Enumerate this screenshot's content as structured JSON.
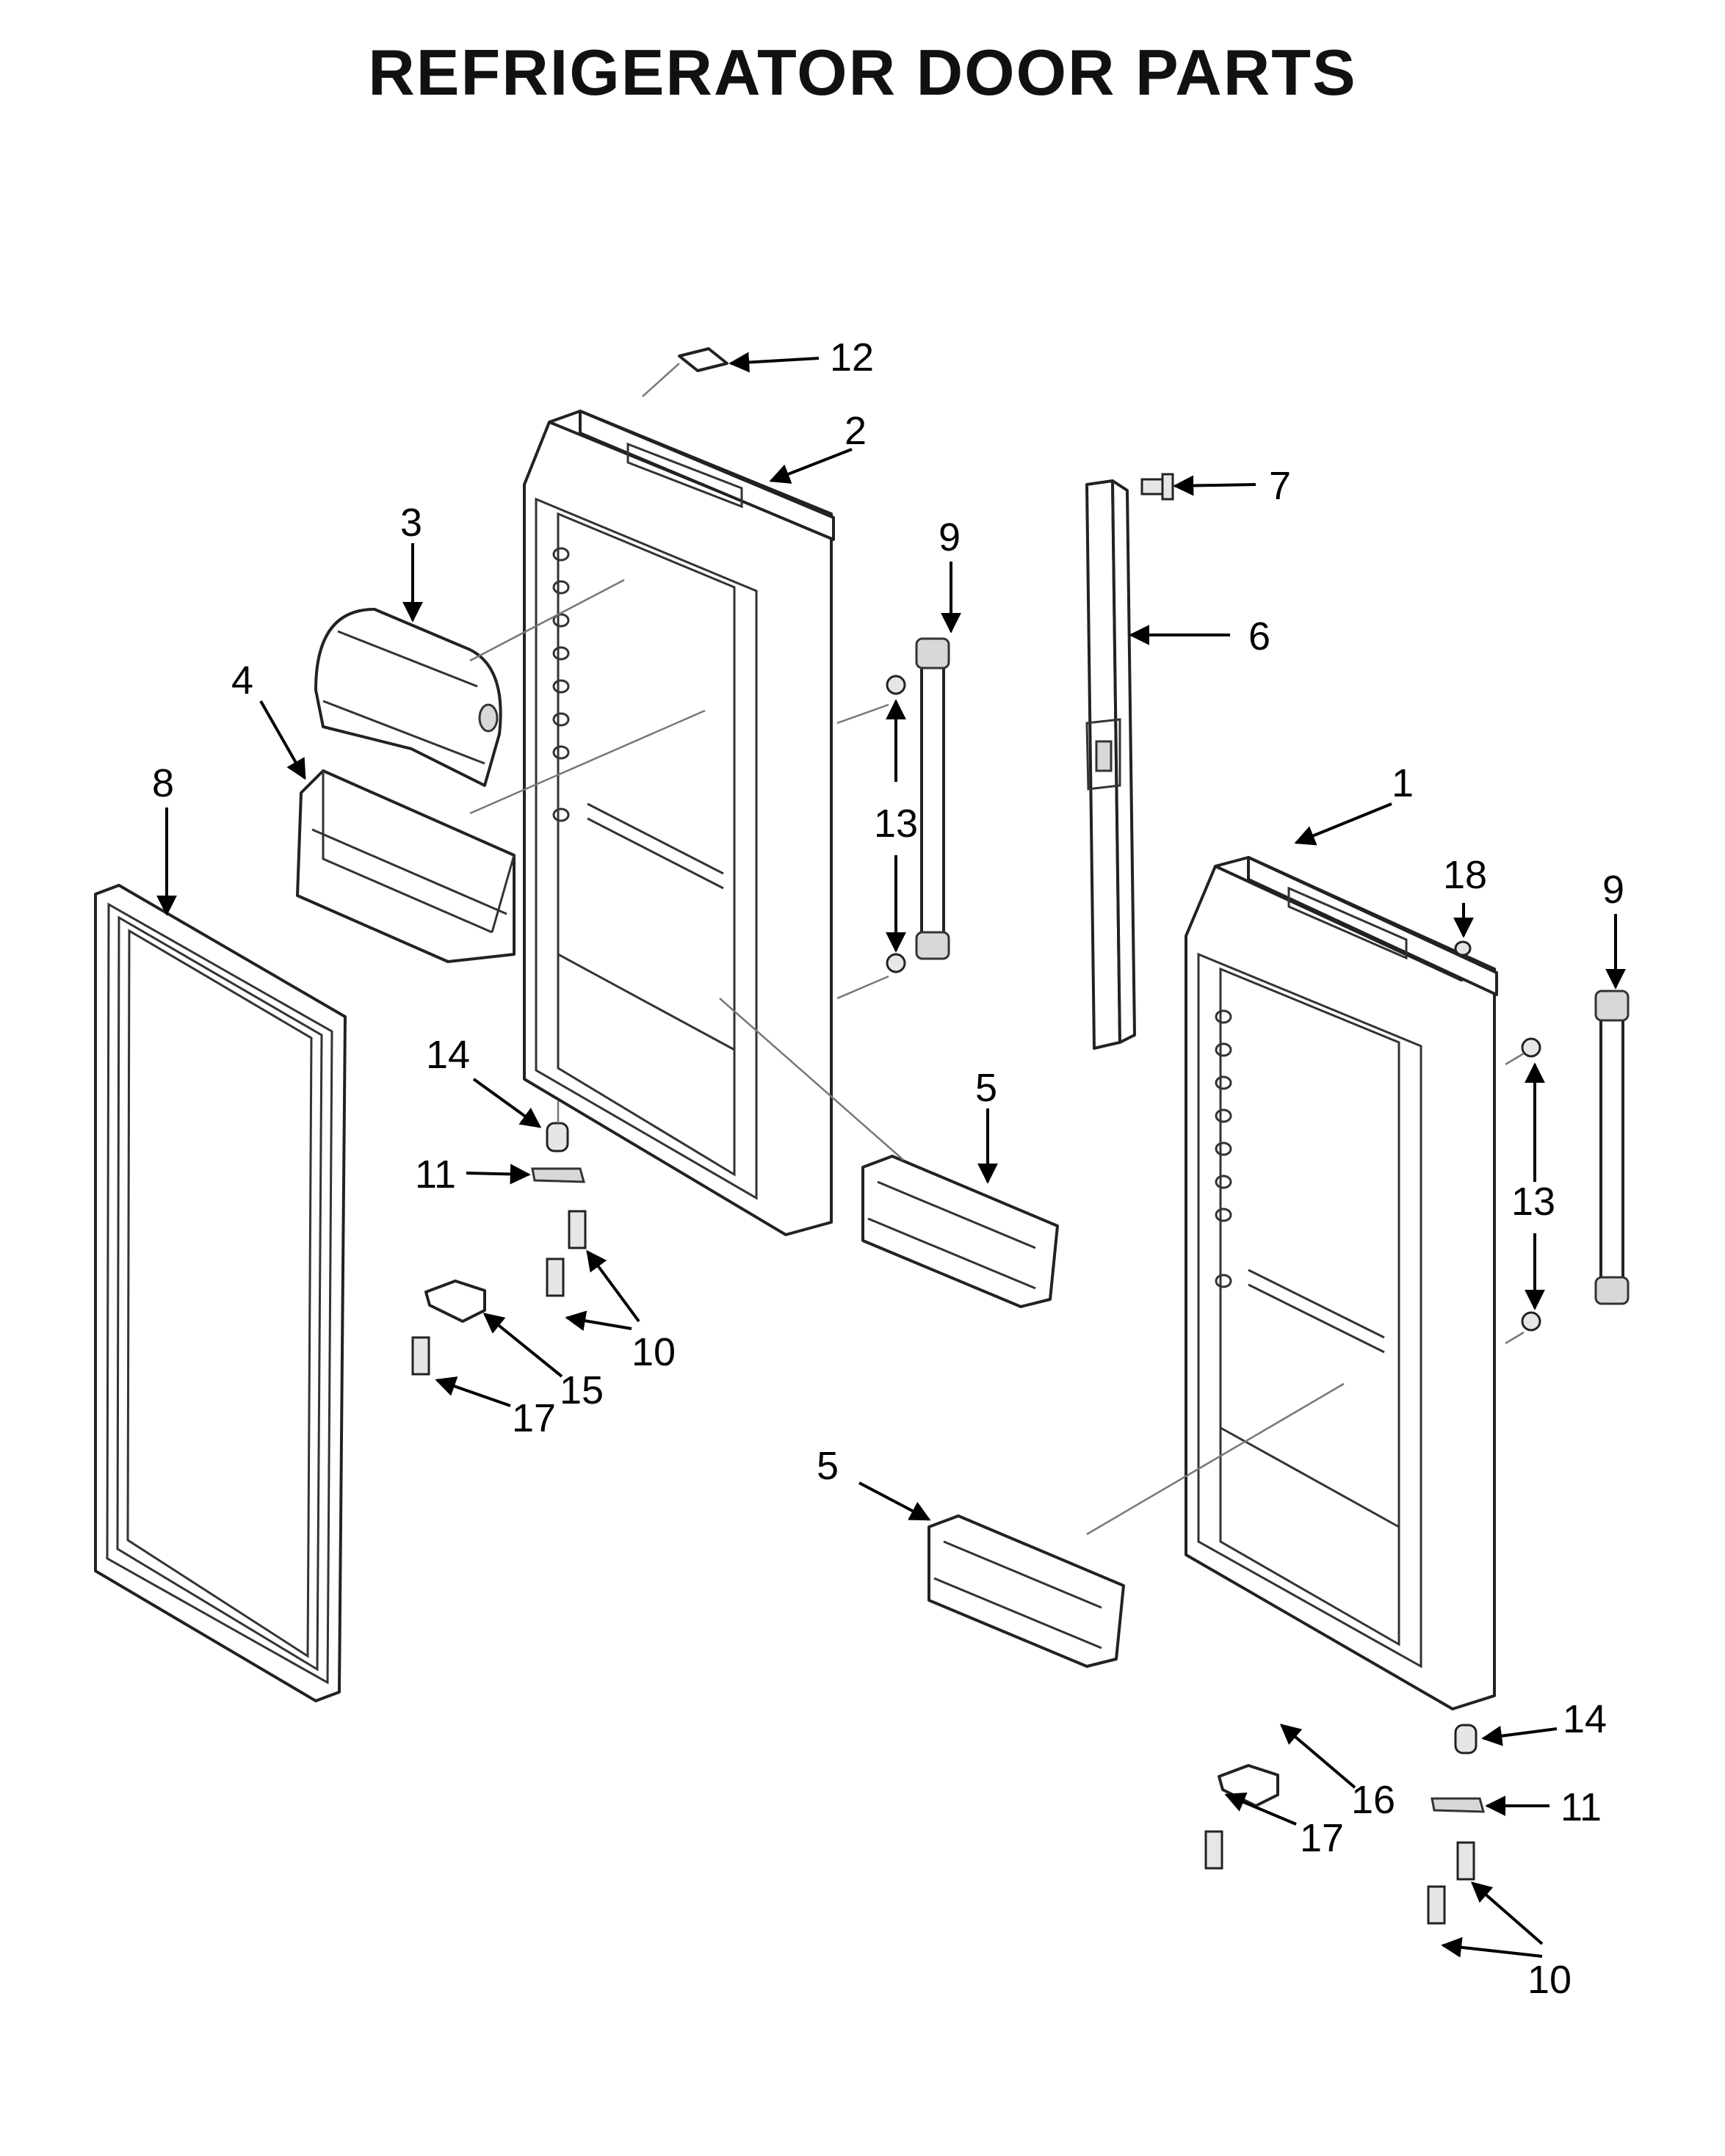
{
  "title": "REFRIGERATOR DOOR PARTS",
  "callouts": [
    {
      "id": "c1",
      "label": "1"
    },
    {
      "id": "c2",
      "label": "2"
    },
    {
      "id": "c3",
      "label": "3"
    },
    {
      "id": "c4",
      "label": "4"
    },
    {
      "id": "c5a",
      "label": "5"
    },
    {
      "id": "c5b",
      "label": "5"
    },
    {
      "id": "c6",
      "label": "6"
    },
    {
      "id": "c7",
      "label": "7"
    },
    {
      "id": "c8",
      "label": "8"
    },
    {
      "id": "c9a",
      "label": "9"
    },
    {
      "id": "c9b",
      "label": "9"
    },
    {
      "id": "c10a",
      "label": "10"
    },
    {
      "id": "c10b",
      "label": "10"
    },
    {
      "id": "c11a",
      "label": "11"
    },
    {
      "id": "c11b",
      "label": "11"
    },
    {
      "id": "c12",
      "label": "12"
    },
    {
      "id": "c13a",
      "label": "13"
    },
    {
      "id": "c13b",
      "label": "13"
    },
    {
      "id": "c14a",
      "label": "14"
    },
    {
      "id": "c14b",
      "label": "14"
    },
    {
      "id": "c15",
      "label": "15"
    },
    {
      "id": "c16",
      "label": "16"
    },
    {
      "id": "c17a",
      "label": "17"
    },
    {
      "id": "c17b",
      "label": "17"
    },
    {
      "id": "c18",
      "label": "18"
    }
  ]
}
